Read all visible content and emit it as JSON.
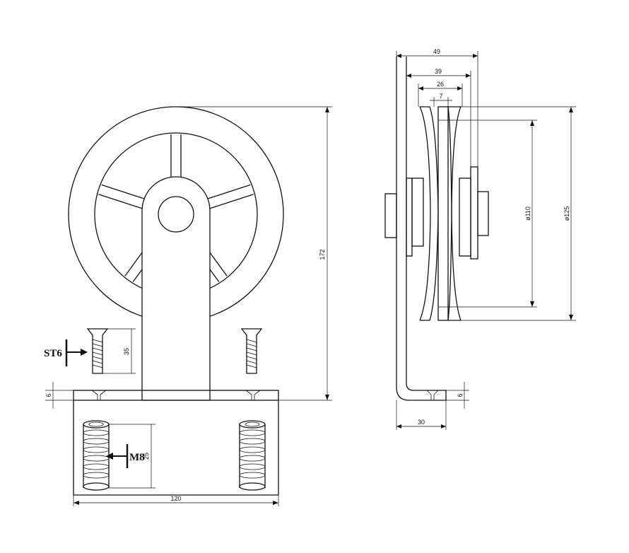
{
  "drawing": {
    "front_view": {
      "height_dim": "172",
      "screw_length_dim": "35",
      "plate_thickness_dim": "6",
      "insert_length_dim": "25",
      "base_width_dim": "120",
      "screw_callout": "ST6",
      "insert_callout": "M8"
    },
    "side_view": {
      "overall_width_dim": "49",
      "inner_width_dim": "39",
      "wheel_width_dim": "26",
      "groove_width_dim": "7",
      "groove_diameter_dim": "ø110",
      "outer_diameter_dim": "ø125",
      "plate_thickness_dim": "6",
      "base_depth_dim": "30"
    }
  }
}
